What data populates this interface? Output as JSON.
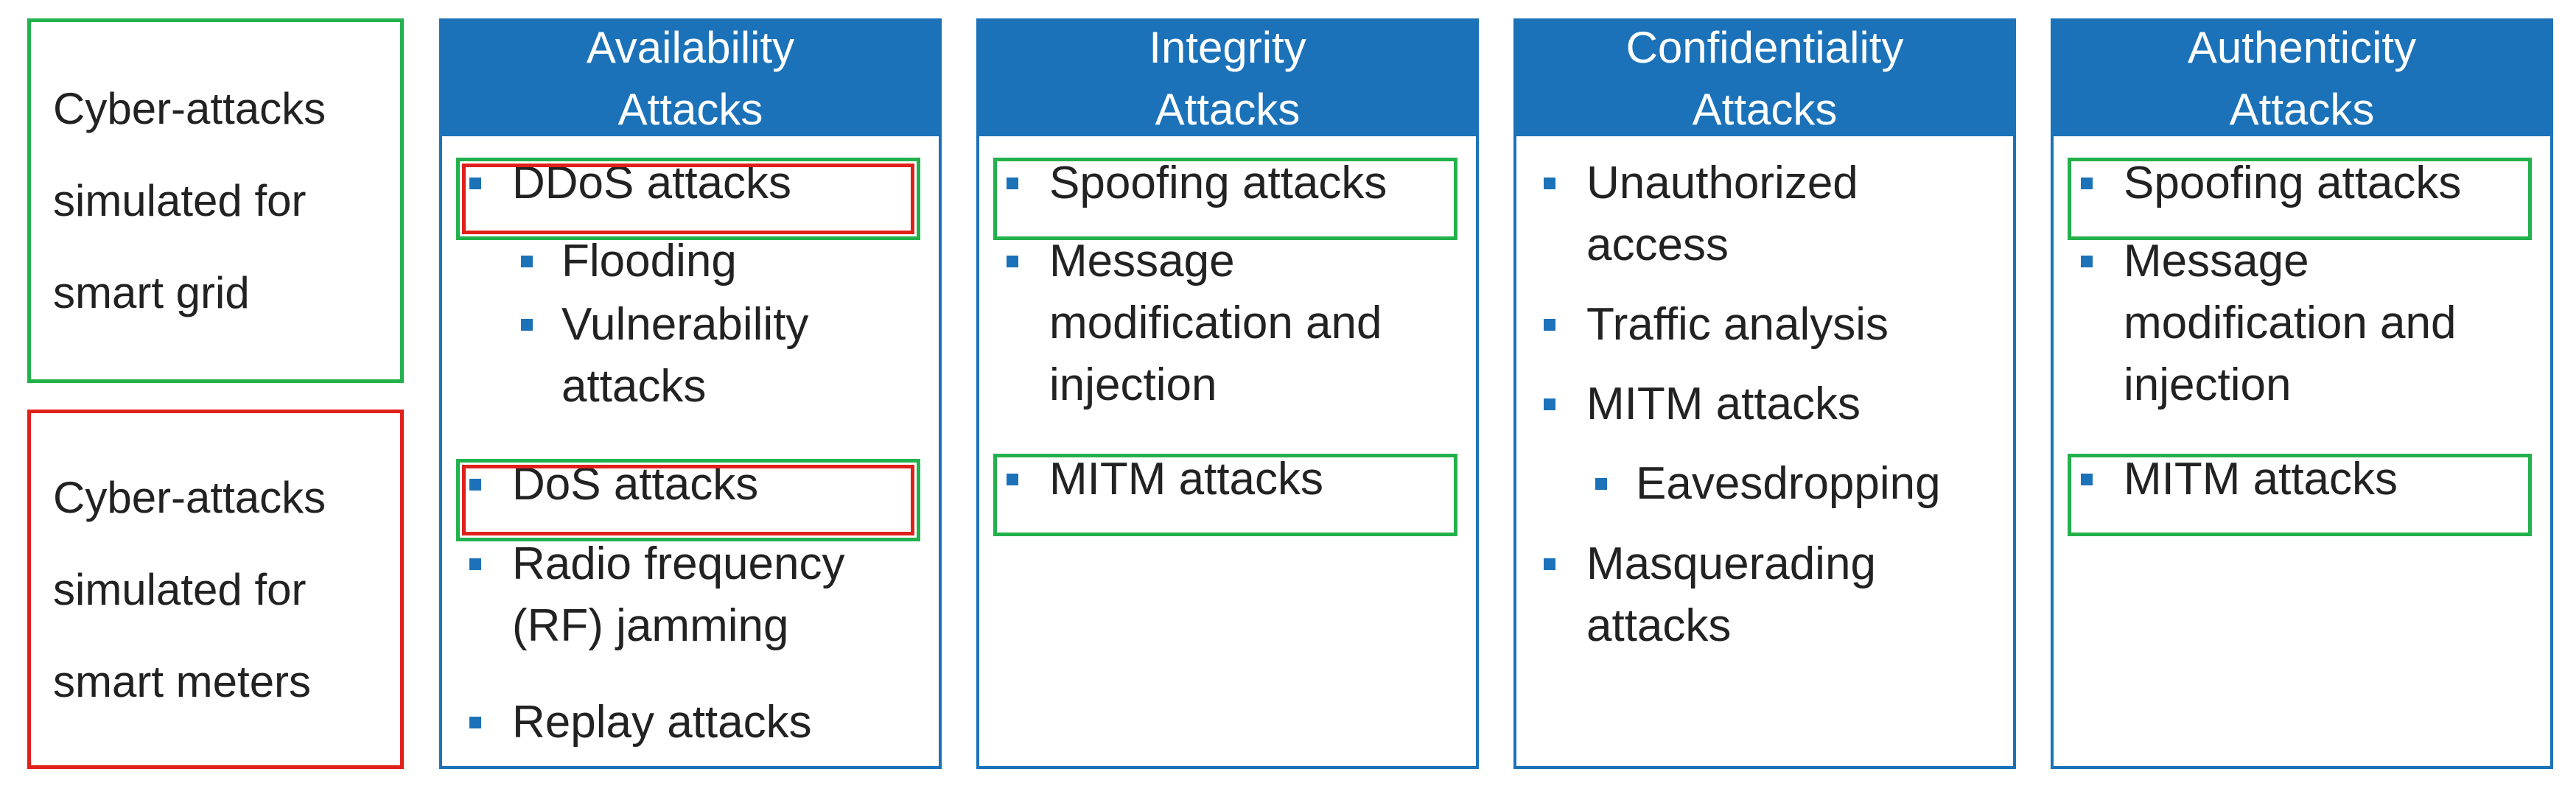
{
  "legend": {
    "grid": {
      "lines": [
        "Cyber-attacks",
        "simulated for",
        "smart grid"
      ],
      "color": "#22b14c"
    },
    "meters": {
      "lines": [
        "Cyber-attacks",
        "simulated for",
        "smart meters"
      ],
      "color": "#e0201b"
    }
  },
  "colors": {
    "header_bg": "#1b72b9",
    "header_text": "#ffffff",
    "bullet": "#1b72b9",
    "grid_highlight": "#22b14c",
    "meter_highlight": "#e0201b"
  },
  "columns": [
    {
      "title_lines": [
        "Availability",
        "Attacks"
      ],
      "items": [
        {
          "text": "DDoS attacks",
          "grid": true,
          "meter": true
        },
        {
          "text": "Flooding",
          "sub": true
        },
        {
          "text": "Vulnerability attacks",
          "sub": true
        },
        {
          "text": "DoS attacks",
          "grid": true,
          "meter": true
        },
        {
          "text": "Radio frequency (RF) jamming"
        },
        {
          "text": "Replay attacks"
        }
      ]
    },
    {
      "title_lines": [
        "Integrity",
        "Attacks"
      ],
      "items": [
        {
          "text": "Spoofing attacks",
          "grid": true
        },
        {
          "text": "Message modification and injection"
        },
        {
          "text": "MITM attacks",
          "grid": true
        }
      ]
    },
    {
      "title_lines": [
        "Confidentiality",
        "Attacks"
      ],
      "items": [
        {
          "text": "Unauthorized access"
        },
        {
          "text": "Traffic analysis"
        },
        {
          "text": "MITM attacks"
        },
        {
          "text": "Eavesdropping",
          "sub": true
        },
        {
          "text": "Masquerading attacks"
        }
      ]
    },
    {
      "title_lines": [
        "Authenticity",
        "Attacks"
      ],
      "items": [
        {
          "text": "Spoofing attacks",
          "grid": true
        },
        {
          "text": "Message modification and injection"
        },
        {
          "text": "MITM attacks",
          "grid": true
        }
      ]
    }
  ]
}
